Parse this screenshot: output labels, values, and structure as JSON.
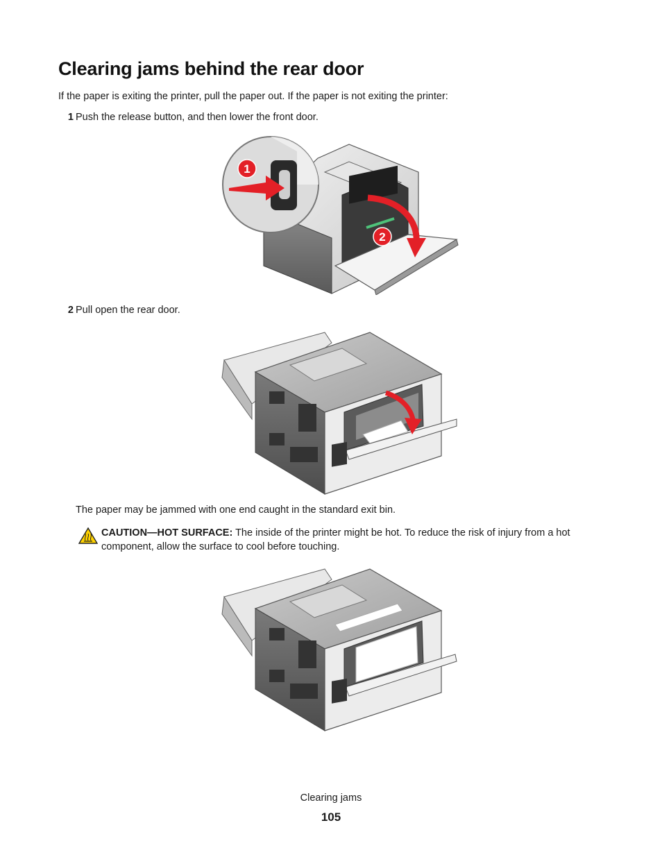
{
  "page": {
    "title": "Clearing jams behind the rear door",
    "intro": "If the paper is exiting the printer, pull the paper out. If the paper is not exiting the printer:",
    "steps": [
      {
        "number": "1",
        "text": "Push the release button, and then lower the front door."
      },
      {
        "number": "2",
        "text": "Pull open the rear door."
      }
    ],
    "note": "The paper may be jammed with one end caught in the standard exit bin.",
    "caution": {
      "label": "CAUTION—HOT SURFACE:",
      "text": " The inside of the printer might be hot. To reduce the risk of injury from a hot component, allow the surface to cool before touching.",
      "icon": "hot-surface-warning-icon"
    },
    "figures": {
      "callout_1": "1",
      "callout_2": "2"
    },
    "footer": {
      "section": "Clearing jams",
      "page_number": "105"
    },
    "colors": {
      "callout_red": "#e32027",
      "warning_yellow": "#ffd200"
    }
  }
}
